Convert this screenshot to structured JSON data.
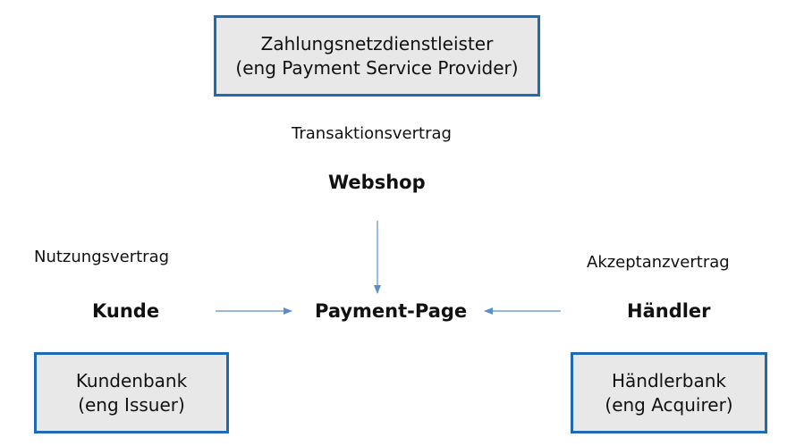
{
  "colors": {
    "box_border": "#1f6ab4",
    "box_fill": "#e8e8e8",
    "arrow": "#5b8fc7"
  },
  "nodes": {
    "provider": {
      "line1": "Zahlungsnetzdienstleister",
      "line2": "(eng Payment Service Provider)"
    },
    "webshop": "Webshop",
    "kunde": "Kunde",
    "payment_page": "Payment-Page",
    "haendler": "Händler",
    "kundenbank": {
      "line1": "Kundenbank",
      "line2": "(eng Issuer)"
    },
    "haendlerbank": {
      "line1": "Händlerbank",
      "line2": "(eng Acquirer)"
    }
  },
  "contracts": {
    "transaktion": "Transaktionsvertrag",
    "nutzung": "Nutzungsvertrag",
    "akzeptanz": "Akzeptanzvertrag"
  }
}
